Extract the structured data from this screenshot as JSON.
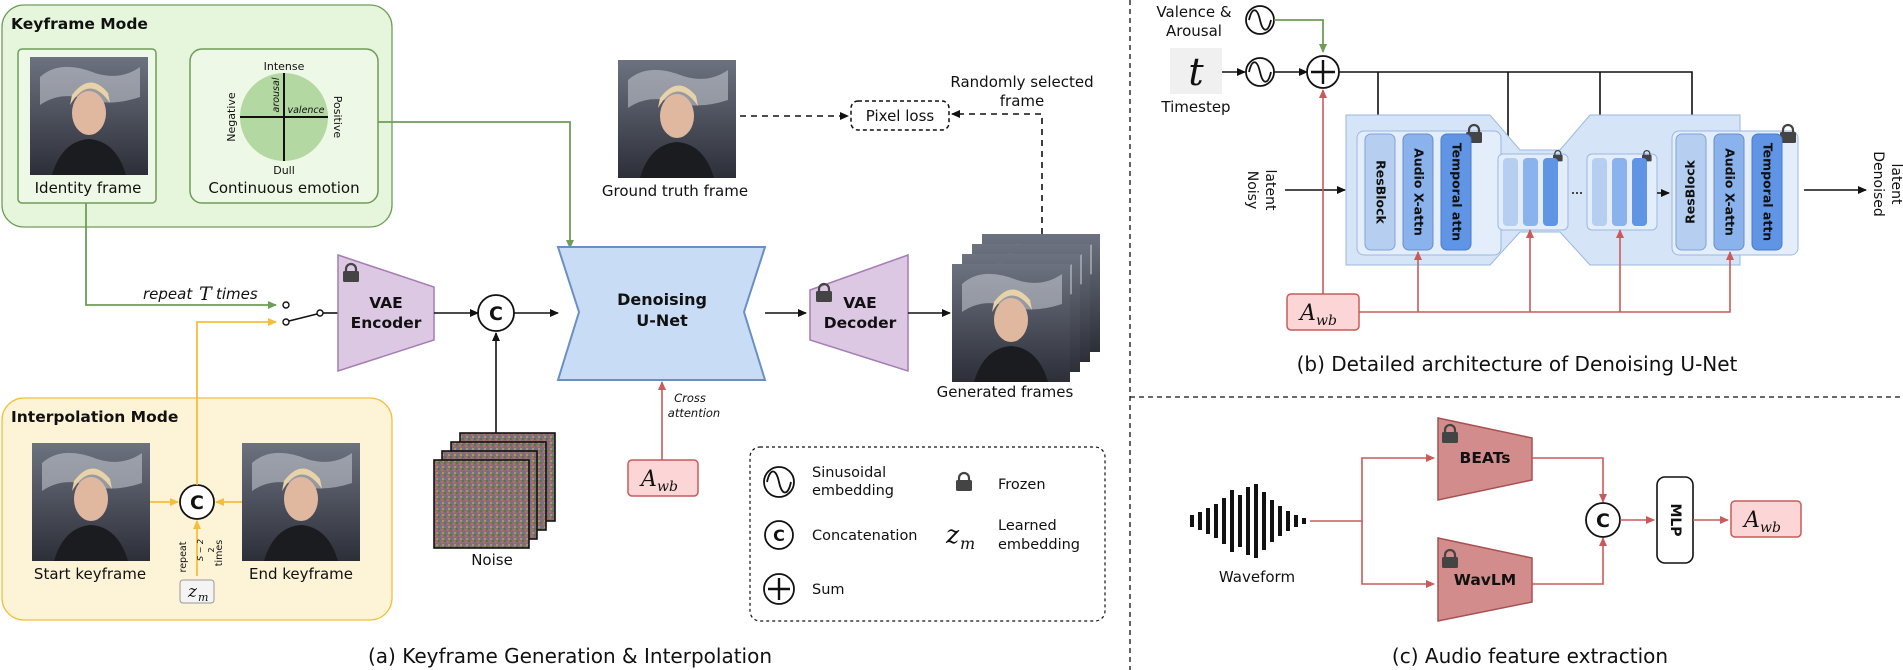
{
  "panel_a": {
    "keyframe_mode": {
      "title": "Keyframe Mode",
      "identity_frame_label": "Identity frame",
      "emotion_label": "Continuous emotion",
      "axis_top": "Intense",
      "axis_bottom": "Dull",
      "axis_left": "Negative",
      "axis_right": "Positive",
      "axis_arousal": "arousal",
      "axis_valence": "valence"
    },
    "interpolation_mode": {
      "title": "Interpolation Mode",
      "start_label": "Start keyframe",
      "end_label": "End keyframe",
      "repeat_label": "repeat",
      "repeat_fraction_num": "S − 2",
      "repeat_fraction_den": "2",
      "repeat_times": "times",
      "zm_main": "z",
      "zm_sub": "m"
    },
    "repeat_T": {
      "pre": "repeat",
      "T": "T",
      "post": "times"
    },
    "vae_encoder": {
      "line1": "VAE",
      "line2": "Encoder"
    },
    "concat_symbol": "C",
    "noise_label": "Noise",
    "unet": {
      "line1": "Denoising",
      "line2": "U-Net"
    },
    "cross_attention": {
      "line1": "Cross",
      "line2": "attention"
    },
    "awb": {
      "main": "A",
      "sub": "wb"
    },
    "vae_decoder": {
      "line1": "VAE",
      "line2": "Decoder"
    },
    "ground_truth_label": "Ground truth frame",
    "pixel_loss_label": "Pixel loss",
    "random_frame": {
      "line1": "Randomly selected",
      "line2": "frame"
    },
    "generated_label": "Generated frames",
    "legend": {
      "sinusoidal": {
        "line1": "Sinusoidal",
        "line2": "embedding"
      },
      "concat": "Concatenation",
      "sum": "Sum",
      "frozen": "Frozen",
      "learned": {
        "line1": "Learned",
        "line2": "embedding"
      },
      "zm_main": "z",
      "zm_sub": "m"
    },
    "caption": "(a) Keyframe Generation & Interpolation"
  },
  "panel_b": {
    "valence_arousal": {
      "line1": "Valence &",
      "line2": "Arousal"
    },
    "t_symbol": "t",
    "timestep_label": "Timestep",
    "noisy_latent": {
      "line1": "Noisy",
      "line2": "latent"
    },
    "denoised_latent": {
      "line1": "Denoised",
      "line2": "latent"
    },
    "resblock": "ResBlock",
    "audio_xattn": "Audio X-attn",
    "temporal_attn": "Temporal attn",
    "awb": {
      "main": "A",
      "sub": "wb"
    },
    "caption": "(b) Detailed architecture of Denoising U-Net"
  },
  "panel_c": {
    "waveform_label": "Waveform",
    "beats": "BEATs",
    "wavlm": "WavLM",
    "concat_symbol": "C",
    "mlp": "MLP",
    "awb": {
      "main": "A",
      "sub": "wb"
    },
    "caption": "(c) Audio feature extraction"
  },
  "colors": {
    "green": "#6e9d58",
    "green_fill": "#e6f6dc",
    "yellow": "#f4be3c",
    "yellow_fill": "#fdf3d6",
    "purple_fill": "#dcc8e2",
    "purple_stroke": "#a57cb5",
    "blue_fill": "#c9dcf5",
    "blue_stroke": "#6a8fc2",
    "red": "#c95a5a",
    "red_fill": "#fcd6d6",
    "dark_red_fill": "#d38c8c"
  }
}
